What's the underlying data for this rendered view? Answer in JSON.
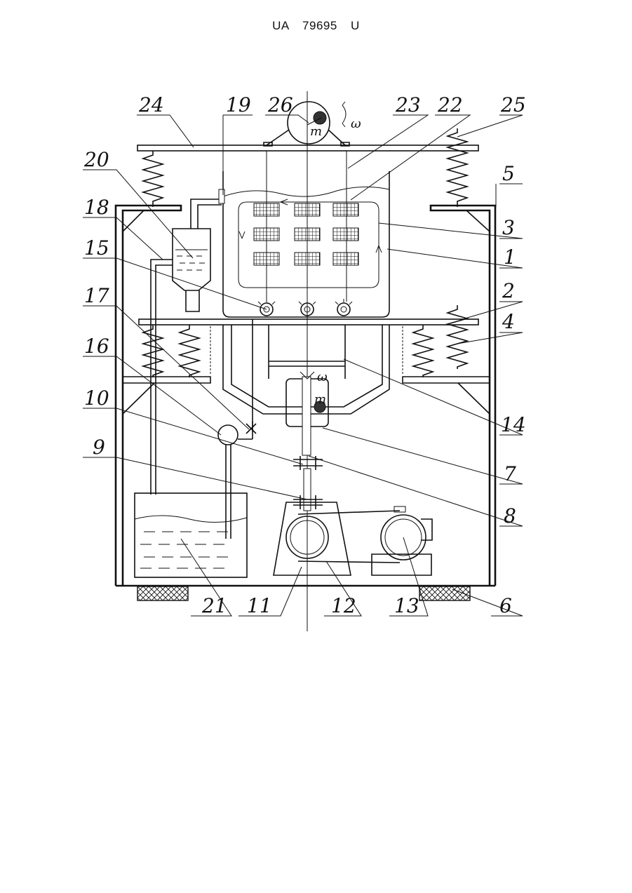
{
  "header": {
    "patent_number": "UA   79695   U"
  },
  "figure": {
    "symbols": {
      "mass": "m",
      "angular_velocity": "ω"
    },
    "callouts": [
      "24",
      "19",
      "26",
      "23",
      "22",
      "25",
      "20",
      "5",
      "18",
      "3",
      "15",
      "1",
      "17",
      "2",
      "16",
      "4",
      "10",
      "14",
      "9",
      "7",
      "8",
      "21",
      "11",
      "12",
      "13",
      "6"
    ]
  }
}
